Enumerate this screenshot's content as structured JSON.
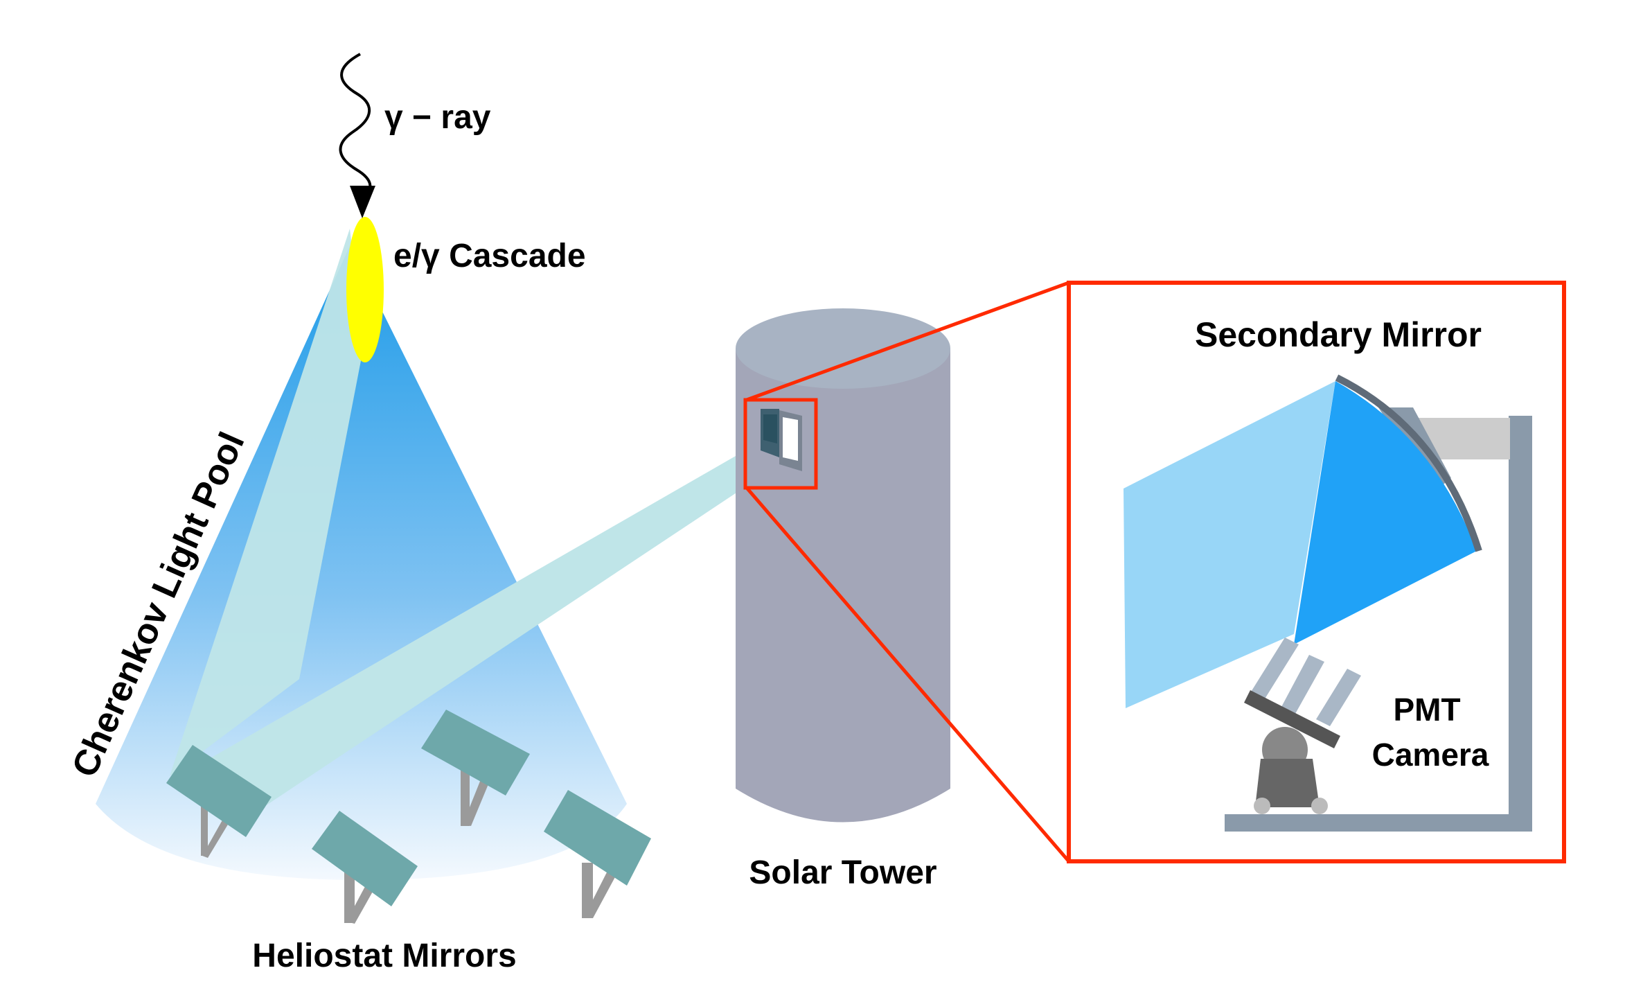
{
  "labels": {
    "gamma_ray": "γ − ray",
    "cascade": "e/γ Cascade",
    "light_pool": "Cherenkov Light Pool",
    "heliostats": "Heliostat Mirrors",
    "tower": "Solar Tower",
    "secondary_mirror": "Secondary  Mirror",
    "pmt_line1": "PMT",
    "pmt_line2": "Camera"
  },
  "colors": {
    "cone_top": "#1e9be8",
    "cone_bottom": "#f4f9fe",
    "cascade": "#ffff00",
    "beam": "#bfe5e8",
    "heliostat": "#6ea8aa",
    "heliostat_stand": "#9a9a9a",
    "tower_body": "#a3a6b8",
    "tower_top": "#a8b3c3",
    "highlight_box": "#ff2a00",
    "mirror_beam_light": "#98d6f7",
    "mirror_beam_dark": "#20a2f7",
    "mirror_frame": "#8a9aaa",
    "camera_grey": "#666666"
  }
}
